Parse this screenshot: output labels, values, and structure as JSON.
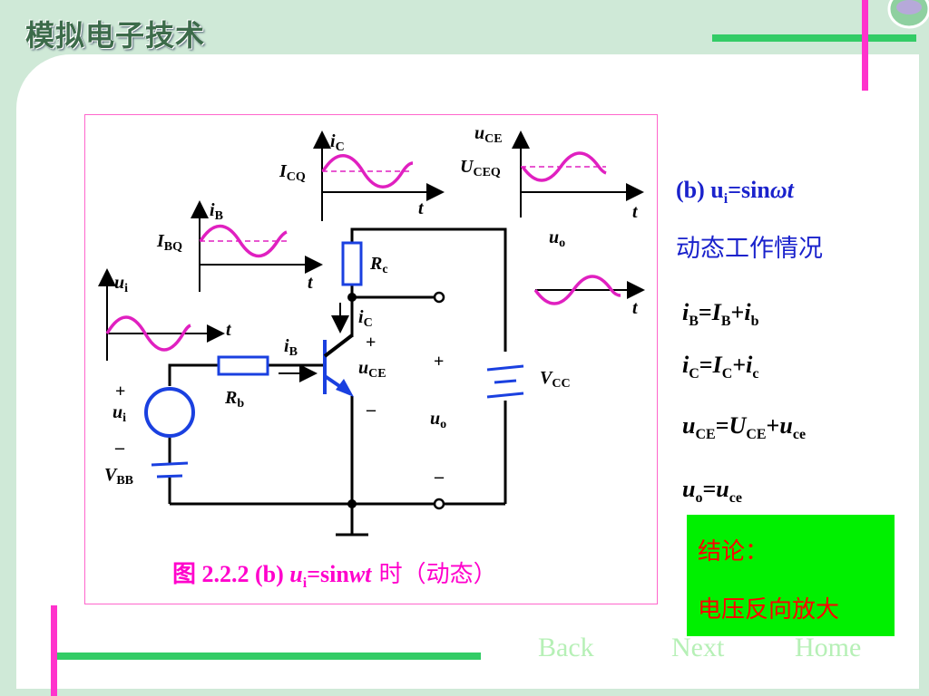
{
  "header": {
    "title": "模拟电子技术"
  },
  "panel": {
    "title": "(b) u",
    "title_sub": "i",
    "title_rest": "=sin",
    "title_omega": "ωt",
    "subtitle": "动态工作情况"
  },
  "equations": [
    {
      "a": "i",
      "a_sub": "B",
      "b": "I",
      "b_sub": "B",
      "c": "i",
      "c_sub": "b"
    },
    {
      "a": "i",
      "a_sub": "C",
      "b": "I",
      "b_sub": "C",
      "c": "i",
      "c_sub": "c"
    },
    {
      "a": "u",
      "a_sub": "CE",
      "b": "U",
      "b_sub": "CE",
      "c": "u",
      "c_sub": "ce"
    }
  ],
  "eq_last": {
    "a": "u",
    "a_sub": "o",
    "b": "u",
    "b_sub": "ce"
  },
  "conclusion": {
    "title": "结论：",
    "body": "电压反向放大"
  },
  "caption": {
    "prefix": "图 2.2.2 (b) ",
    "u": "u",
    "u_sub": "i",
    "mid": "=sin",
    "wt": "wt",
    "suffix": "  时（动态）"
  },
  "nav": {
    "back": "Back",
    "next": "Next",
    "home": "Home"
  },
  "diagram": {
    "labels": {
      "iC": "i",
      "iC_sub": "C",
      "ICQ": "I",
      "ICQ_sub": "CQ",
      "uCE": "u",
      "uCE_sub": "CE",
      "UCEQ": "U",
      "UCEQ_sub": "CEQ",
      "iB": "i",
      "iB_sub": "B",
      "IBQ": "I",
      "IBQ_sub": "BQ",
      "uo": "u",
      "uo_sub": "o",
      "ui": "u",
      "ui_sub": "i",
      "t": "t",
      "Rc": "R",
      "Rc_sub": "c",
      "Rb": "R",
      "Rb_sub": "b",
      "VCC": "V",
      "VCC_sub": "CC",
      "VBB": "V",
      "VBB_sub": "BB",
      "plus": "+",
      "minus": "–"
    },
    "colors": {
      "wave": "#e020c0",
      "arrow": "#1a40e0",
      "circuit": "#000000",
      "frame": "#ff66cc"
    }
  }
}
